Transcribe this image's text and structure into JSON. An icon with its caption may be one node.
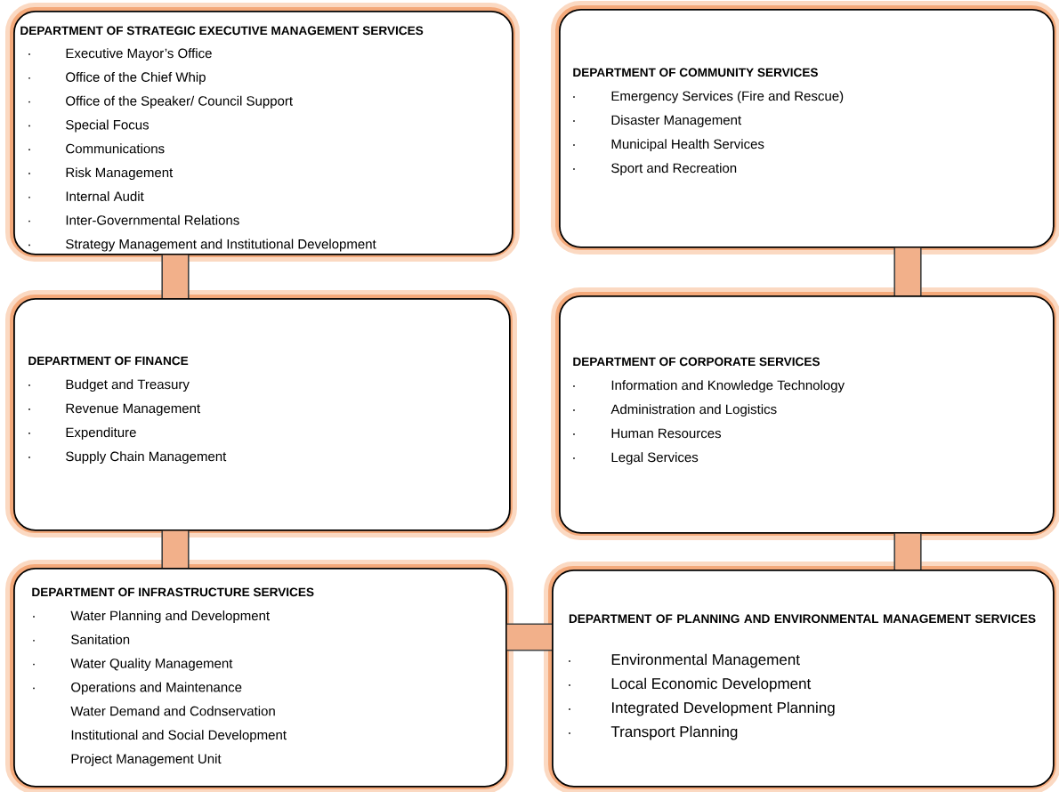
{
  "diagram": {
    "nodes": [
      {
        "text": [
          "DEPARTMENT OF STRATEGIC EXECUTIVE MANAGEMENT SERVICES",
          "Executive Mayor’s Office",
          "Office of the Chief Whip",
          "Office of the Speaker/ Council Support",
          "Special Focus",
          "Communications",
          "Risk Management",
          "Internal Audit",
          "Inter-Governmental Relations",
          "Strategy Management and Institutional Development"
        ]
      },
      {
        "text": [
          "DEPARTMENT OF COMMUNITY SERVICES",
          "Emergency Services (Fire and Rescue)",
          "Disaster Management",
          "Municipal Health Services",
          "Sport and Recreation"
        ]
      },
      {
        "text": [
          "DEPARTMENT OF FINANCE",
          "Budget and Treasury",
          "Revenue Management",
          "Expenditure",
          "Supply Chain Management"
        ]
      },
      {
        "text": [
          "DEPARTMENT OF CORPORATE SERVICES",
          "Information and Knowledge Technology",
          "Administration and Logistics",
          "Human Resources",
          "Legal Services"
        ]
      },
      {
        "text": [
          "DEPARTMENT OF INFRASTRUCTURE SERVICES",
          "Water Planning and Development",
          "Sanitation",
          "Water Quality Management",
          "Operations and Maintenance",
          "Water Demand and Codnservation",
          "Institutional and Social Development",
          "Project Management Unit"
        ]
      },
      {
        "text": [
          "DEPARTMENT OF PLANNING AND ENVIRONMENTAL MANAGEMENT SERVICES",
          "Environmental Management",
          "Local Economic Development",
          "Integrated Development Planning",
          "Transport Planning"
        ]
      }
    ],
    "edges": [
      {
        "from": 0,
        "to": 2,
        "arrow": "none"
      },
      {
        "from": 1,
        "to": 3,
        "arrow": "none"
      },
      {
        "from": 2,
        "to": 4,
        "arrow": "none"
      },
      {
        "from": 3,
        "to": 5,
        "arrow": "none"
      },
      {
        "from": 4,
        "to": 5,
        "arrow": "none"
      }
    ]
  }
}
